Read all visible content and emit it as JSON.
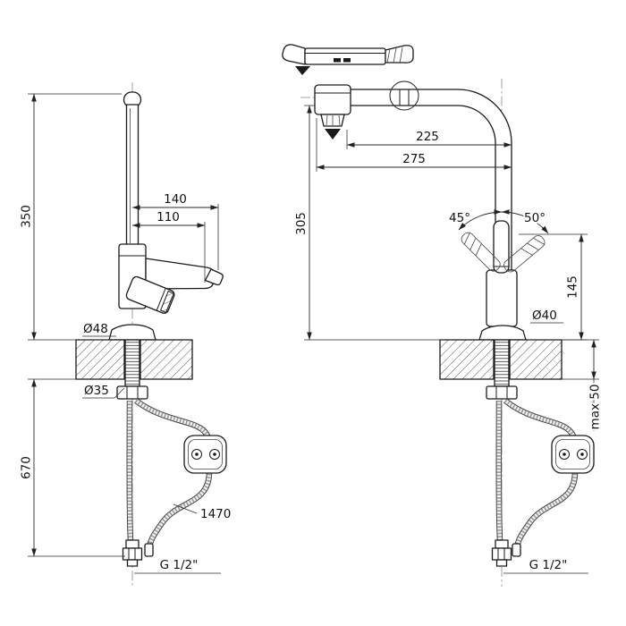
{
  "colors": {
    "background": "#ffffff",
    "line": "#1a1a1a",
    "dimension": "#222222"
  },
  "drawing": {
    "front_view": {
      "height_350": "350",
      "width_140": "140",
      "width_110": "110",
      "dia_base": "Ø48",
      "dia_shank": "Ø35",
      "hose_670": "670",
      "hose_1470": "1470",
      "thread": "G 1/2\""
    },
    "side_view": {
      "depth_225": "225",
      "depth_275": "275",
      "height_305": "305",
      "angle_left": "45°",
      "angle_right": "50°",
      "height_145": "145",
      "dia_spout": "Ø40",
      "max_thickness": "max 50",
      "thread": "G 1/2\""
    }
  }
}
